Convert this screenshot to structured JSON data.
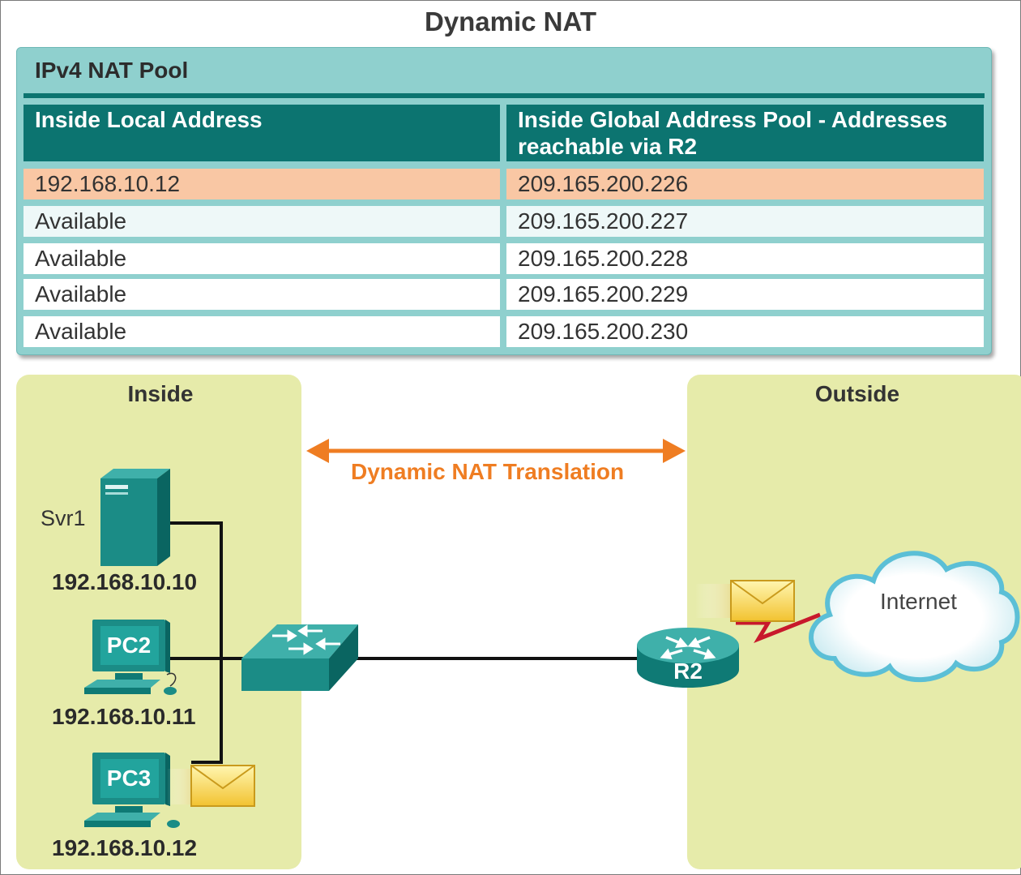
{
  "title": "Dynamic NAT",
  "nat_pool": {
    "title": "IPv4 NAT Pool",
    "columns": [
      "Inside Local Address",
      "Inside Global Address Pool - Addresses reachable via R2"
    ],
    "rows": [
      {
        "local": "192.168.10.12",
        "global": "209.165.200.226",
        "highlighted": true
      },
      {
        "local": "Available",
        "global": "209.165.200.227",
        "highlighted": false
      },
      {
        "local": "Available",
        "global": "209.165.200.228",
        "highlighted": false
      },
      {
        "local": "Available",
        "global": "209.165.200.229",
        "highlighted": false
      },
      {
        "local": "Available",
        "global": "209.165.200.230",
        "highlighted": false
      }
    ]
  },
  "zones": {
    "inside": "Inside",
    "outside": "Outside"
  },
  "translation_label": "Dynamic NAT Translation",
  "devices": {
    "svr1": {
      "name": "Svr1",
      "ip": "192.168.10.10"
    },
    "pc2": {
      "name": "PC2",
      "ip": "192.168.10.11"
    },
    "pc3": {
      "name": "PC3",
      "ip": "192.168.10.12"
    },
    "router": {
      "name": "R2"
    },
    "cloud": {
      "name": "Internet"
    }
  },
  "colors": {
    "device_teal": "#1b8c86",
    "table_header": "#0c7470",
    "highlight_row": "#f9c7a4",
    "zone_fill": "#e6ebaa",
    "arrow_orange": "#ef7d22",
    "serial_link": "#c8192c"
  }
}
